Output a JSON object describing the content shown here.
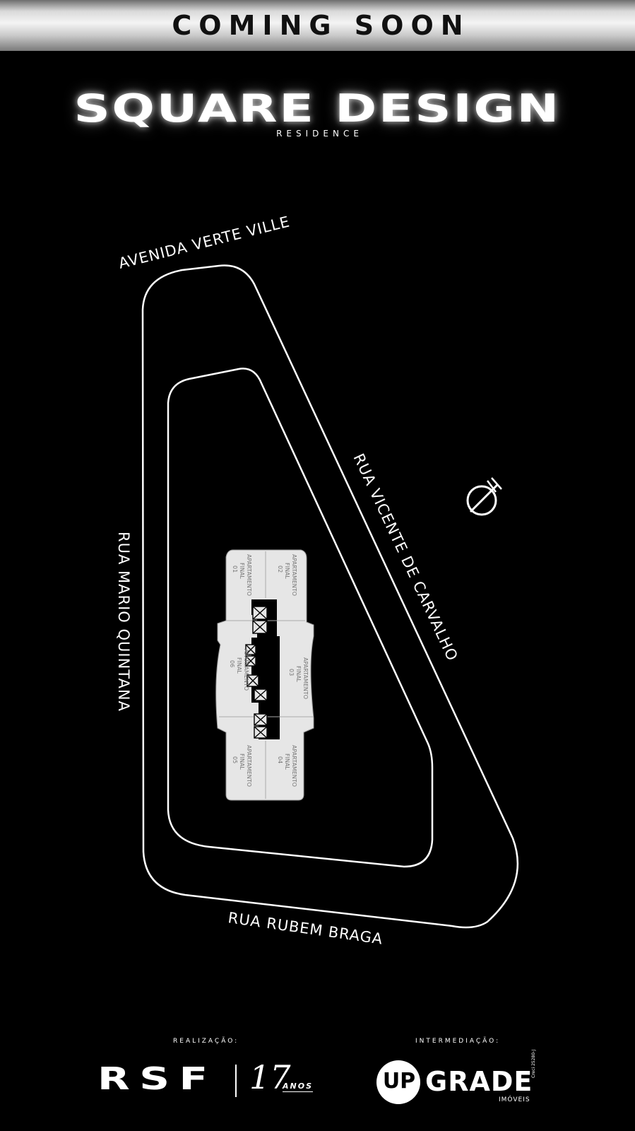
{
  "banner": {
    "text": "COMING SOON"
  },
  "logo": {
    "title": "SQUARE DESIGN",
    "subtitle": "RESIDENCE"
  },
  "streets": {
    "north": "AVENIDA VERTE VILLE",
    "east": "RUA VICENTE DE CARVALHO",
    "west": "RUA MARIO QUINTANA",
    "south": "RUA RUBEM BRAGA"
  },
  "apartments": {
    "label_line1": "APARTAMENTO",
    "label_line2": "FINAL",
    "units": [
      "01",
      "02",
      "03",
      "04",
      "05",
      "06"
    ]
  },
  "footer": {
    "realizacao_label": "REALIZAÇÃO:",
    "intermediacao_label": "INTERMEDIAÇÃO:",
    "rsf_logo": "RSF",
    "anos_number": "17",
    "anos_word": "ANOS",
    "up_logo": "UP",
    "grade_logo": "GRADE",
    "imoveis": "IMÓVEIS",
    "creci": "Creci 25280-J"
  },
  "colors": {
    "background": "#000000",
    "foreground": "#ffffff",
    "banner_text": "#111111",
    "building_fill": "#e6e6e6"
  },
  "icons": {
    "compass": "north-arrow-icon"
  }
}
